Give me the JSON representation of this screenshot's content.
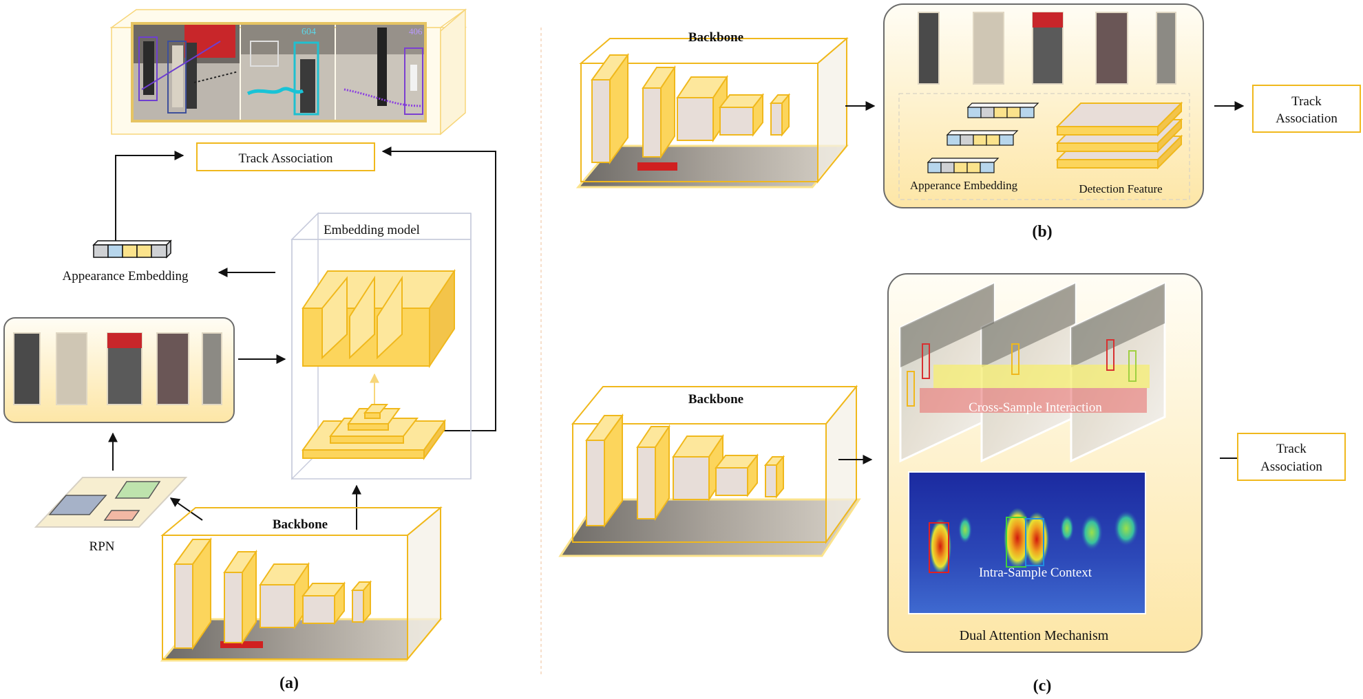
{
  "panels": {
    "a": {
      "caption": "(a)",
      "track_association": "Track Association",
      "appearance_embedding": "Appearance Embedding",
      "embedding_model": "Embedding model",
      "rpn": "RPN",
      "backbone": "Backbone",
      "frame_ids": [
        "604",
        "406"
      ]
    },
    "b": {
      "caption": "(b)",
      "backbone": "Backbone",
      "appearance_embedding": "Apperance Embedding",
      "detection_feature": "Detection Feature",
      "track_association_line1": "Track",
      "track_association_line2": "Association"
    },
    "c": {
      "caption": "(c)",
      "backbone": "Backbone",
      "cross_sample": "Cross-Sample Interaction",
      "intra_sample": "Intra-Sample Context",
      "dual_attention": "Dual Attention Mechanism",
      "track_association_line1": "Track",
      "track_association_line2": "Association"
    }
  },
  "colors": {
    "gold": "#f0b81c",
    "gold_light": "#fbd96c",
    "panel_fill": "#fdf0c9",
    "feature_fill": "#eadcd6",
    "embed_blue": "#b7d6ec",
    "embed_yellow": "#fbe38c",
    "embed_gray": "#cfd1d4",
    "heat_blue": "#1d2f9e",
    "divider": "#f1c9a6"
  }
}
